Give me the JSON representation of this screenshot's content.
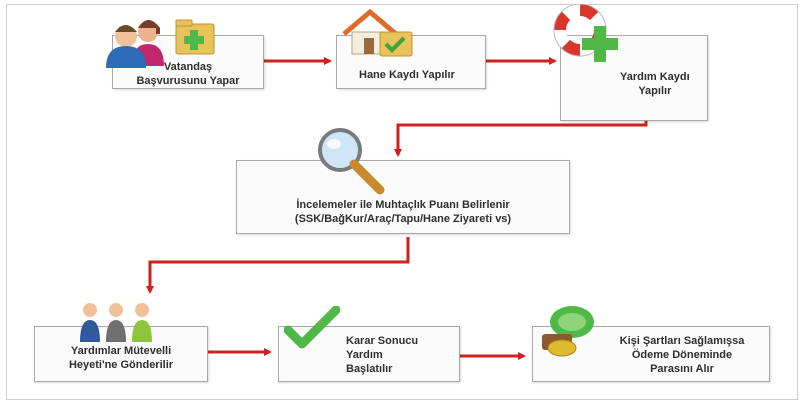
{
  "steps": [
    {
      "line1": "Vatandaş",
      "line2": "Başvurusunu Yapar",
      "icon": "citizens-folder-icon"
    },
    {
      "line1": "Hane Kaydı Yapılır",
      "icon": "house-folder-icon"
    },
    {
      "line1": "Yardım Kaydı",
      "line2": "Yapılır",
      "icon": "lifebuoy-plus-icon"
    },
    {
      "line1": "İncelemeler ile Muhtaçlık Puanı Belirlenir",
      "line2": "(SSK/BağKur/Araç/Tapu/Hane Ziyareti vs)",
      "icon": "magnifier-icon"
    },
    {
      "line1": "Yardımlar Mütevelli",
      "line2": "Heyeti'ne Gönderilir",
      "icon": "committee-people-icon"
    },
    {
      "line1": "Karar Sonucu",
      "line2": "Yardım",
      "line3": "Başlatılır",
      "icon": "checkmark-icon"
    },
    {
      "line1": "Kişi Şartları Sağlamışsa",
      "line2": "Ödeme Döneminde",
      "line3": "Parasını Alır",
      "icon": "money-icon"
    }
  ],
  "colors": {
    "arrow": "#d02020",
    "box_border": "#a9a9a9",
    "text": "#2f2f2f"
  }
}
